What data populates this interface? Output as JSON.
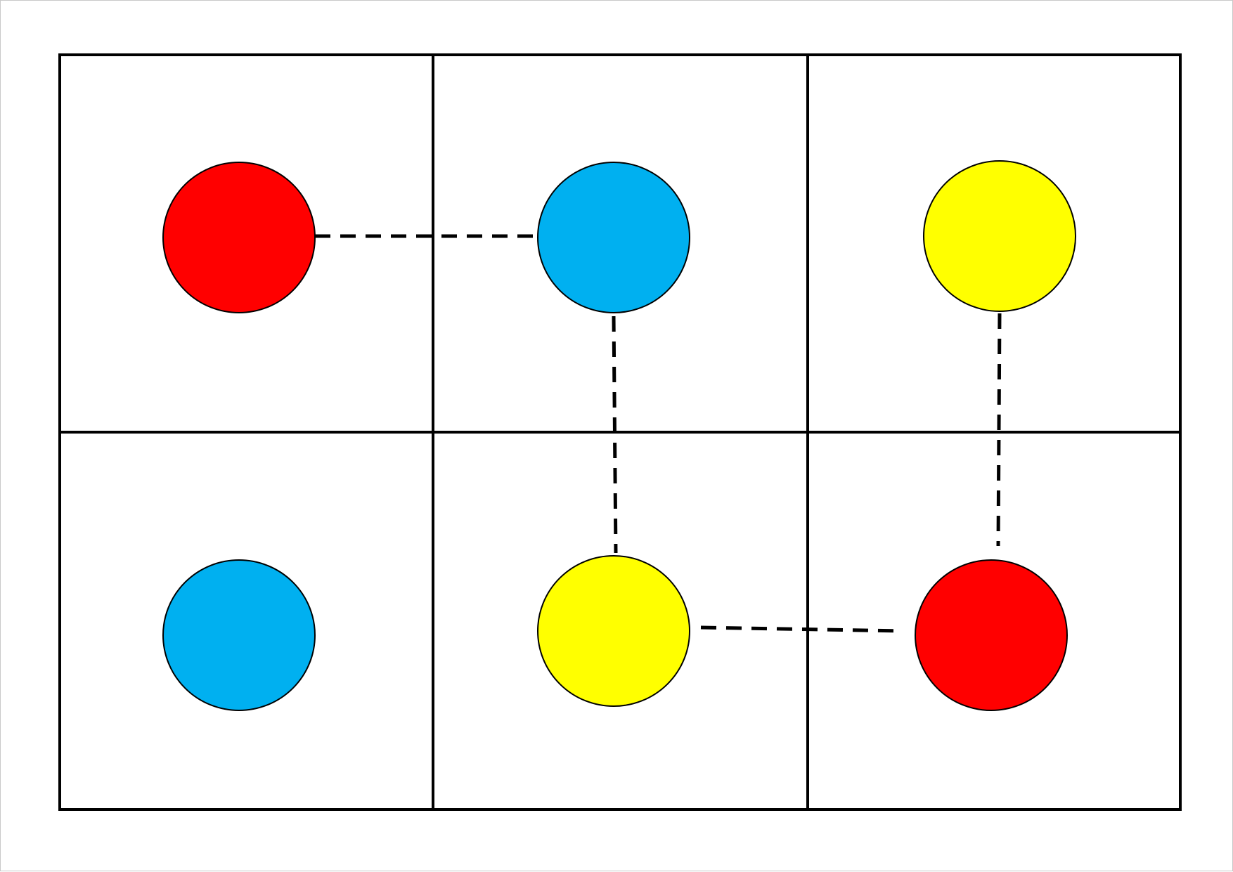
{
  "grid": {
    "rows": 2,
    "columns": 3,
    "line_color": "#000000"
  },
  "colors": {
    "red": "#ff0000",
    "blue": "#00b0f0",
    "yellow": "#ffff00"
  },
  "dots": [
    {
      "row": 1,
      "col": 1,
      "color": "red"
    },
    {
      "row": 1,
      "col": 2,
      "color": "blue"
    },
    {
      "row": 1,
      "col": 3,
      "color": "yellow"
    },
    {
      "row": 2,
      "col": 1,
      "color": "blue"
    },
    {
      "row": 2,
      "col": 2,
      "color": "yellow"
    },
    {
      "row": 2,
      "col": 3,
      "color": "red"
    }
  ],
  "connections": [
    {
      "from": [
        1,
        1
      ],
      "to": [
        1,
        2
      ],
      "style": "dashed"
    },
    {
      "from": [
        1,
        2
      ],
      "to": [
        2,
        2
      ],
      "style": "dashed"
    },
    {
      "from": [
        2,
        2
      ],
      "to": [
        2,
        3
      ],
      "style": "dashed"
    },
    {
      "from": [
        1,
        3
      ],
      "to": [
        2,
        3
      ],
      "style": "dashed"
    }
  ]
}
